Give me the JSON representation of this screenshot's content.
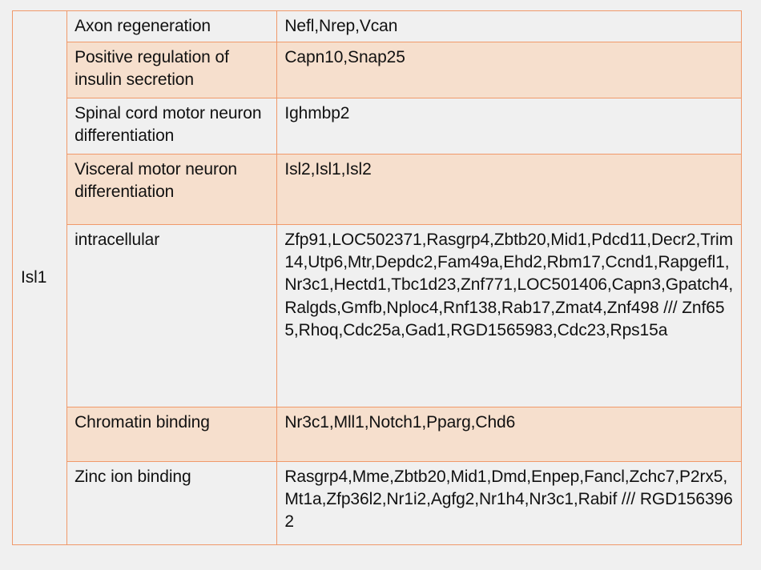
{
  "table": {
    "gene_label": "Isl1",
    "colors": {
      "border": "#F0996A",
      "row_white_bg": "#F0F0F0",
      "row_peach_bg": "#F6DFCD",
      "page_bg": "#F0F0F0",
      "text": "#111111"
    },
    "rows": [
      {
        "term": "Axon regeneration",
        "genes": "Nefl,Nrep,Vcan",
        "shade": "white"
      },
      {
        "term": "Positive regulation of insulin secretion",
        "genes": "Capn10,Snap25",
        "shade": "peach"
      },
      {
        "term": "Spinal cord motor neuron differentiation",
        "genes": "Ighmbp2",
        "shade": "white"
      },
      {
        "term": "Visceral motor neuron differentiation",
        "genes": "Isl2,Isl1,Isl2",
        "shade": "peach"
      },
      {
        "term": "intracellular",
        "genes": "Zfp91,LOC502371,Rasgrp4,Zbtb20,Mid1,Pdcd11,Decr2,Trim14,Utp6,Mtr,Depdc2,Fam49a,Ehd2,Rbm17,Ccnd1,Rapgefl1,Nr3c1,Hectd1,Tbc1d23,Znf771,LOC501406,Capn3,Gpatch4,Ralgds,Gmfb,Nploc4,Rnf138,Rab17,Zmat4,Znf498 /// Znf655,Rhoq,Cdc25a,Gad1,RGD1565983,Cdc23,Rps15a",
        "shade": "white"
      },
      {
        "term": "Chromatin binding",
        "genes": "Nr3c1,Mll1,Notch1,Pparg,Chd6",
        "shade": "peach"
      },
      {
        "term": "Zinc ion binding",
        "genes": "Rasgrp4,Mme,Zbtb20,Mid1,Dmd,Enpep,Fancl,Zchc7,P2rx5,Mt1a,Zfp36l2,Nr1i2,Agfg2,Nr1h4,Nr3c1,Rabif /// RGD1563962",
        "shade": "white"
      }
    ]
  }
}
